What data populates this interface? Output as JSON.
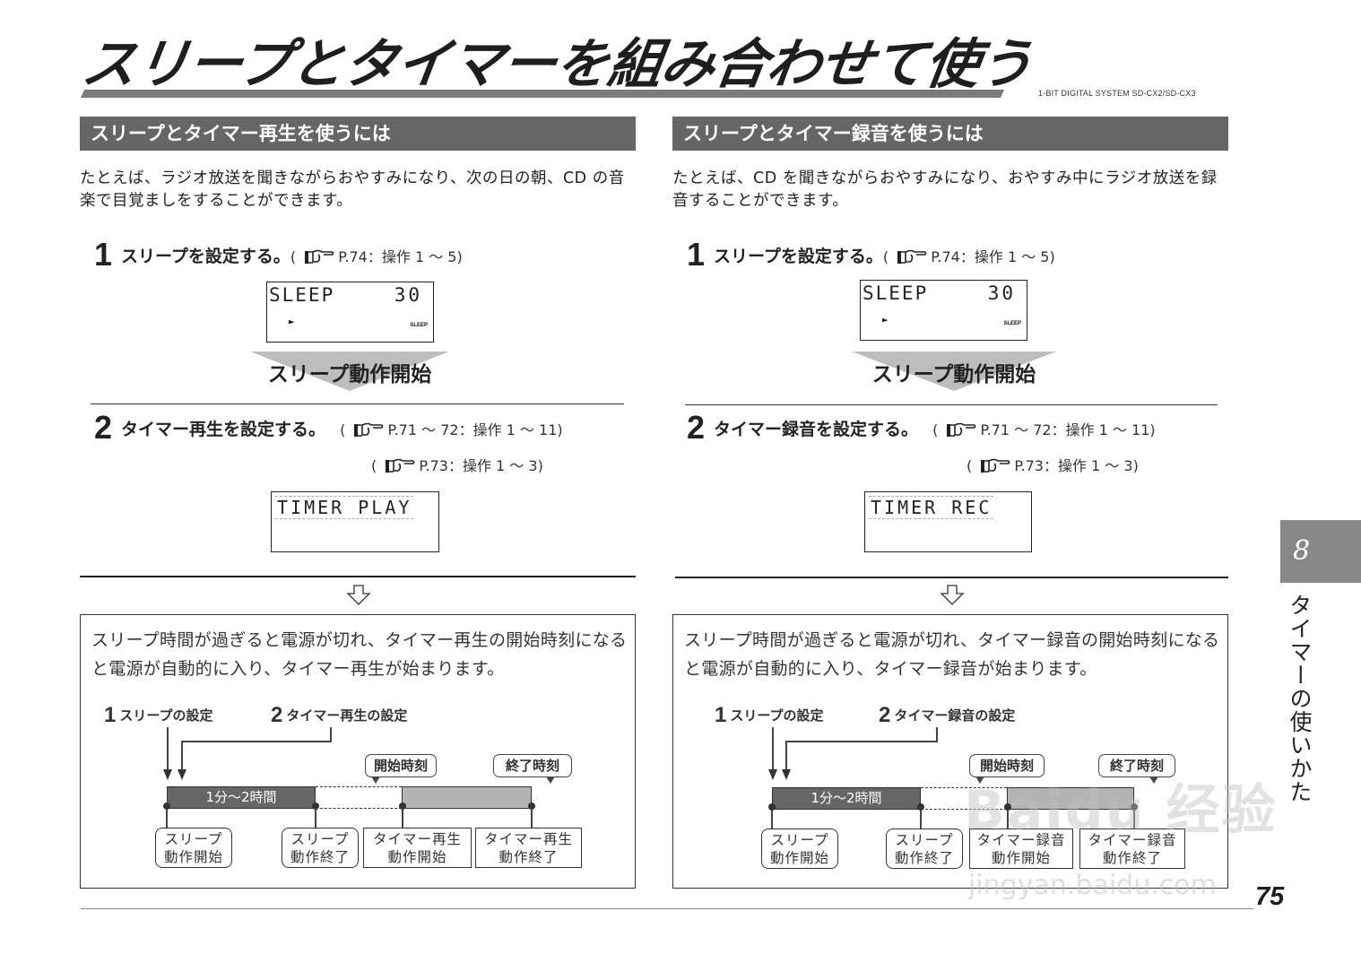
{
  "page": {
    "title": "スリープとタイマーを組み合わせて使う",
    "model": "1-BIT DIGITAL SYSTEM SD-CX2/SD-CX3",
    "page_number": "75",
    "chapter_number": "8",
    "chapter_title": "タイマーの使いかた",
    "watermark": "Baidu 经验",
    "watermark_url": "jingyan.baidu.com"
  },
  "left": {
    "heading": "スリープとタイマー再生を使うには",
    "intro": "たとえば、ラジオ放送を聞きながらおやすみになり、次の日の朝、CD の音楽で目覚ましをすることができます。",
    "step1": {
      "num": "1",
      "label": "スリープを設定する。",
      "ref": "P.74：操作 1 ～ 5)",
      "ref_open": "("
    },
    "lcd1": {
      "line1": "SLEEP",
      "value": "30",
      "play": "►",
      "tag": "SLEEP"
    },
    "sleep_start": "スリープ動作開始",
    "step2": {
      "num": "2",
      "label": "タイマー再生を設定する。",
      "ref1": "P.71 ～ 72：操作 1 ～ 11)",
      "ref2": "P.73：操作 1 ～ 3)",
      "ref_open": "("
    },
    "lcd2": {
      "line1": "TIMER PLAY"
    },
    "explain": "スリープ時間が過ぎると電源が切れ、タイマー再生の開始時刻になると電源が自動的に入り、タイマー再生が始まります。",
    "diagram": {
      "label1_num": "1",
      "label1": "スリープの設定",
      "label2_num": "2",
      "label2": "タイマー再生の設定",
      "duration": "1分～2時間",
      "callout_start": "開始時刻",
      "callout_end": "終了時刻",
      "evt1": [
        "スリープ",
        "動作開始"
      ],
      "evt2": [
        "スリープ",
        "動作終了"
      ],
      "evt3": [
        "タイマー再生",
        "動作開始"
      ],
      "evt4": [
        "タイマー再生",
        "動作終了"
      ]
    }
  },
  "right": {
    "heading": "スリープとタイマー録音を使うには",
    "intro": "たとえば、CD を聞きながらおやすみになり、おやすみ中にラジオ放送を録音することができます。",
    "step1": {
      "num": "1",
      "label": "スリープを設定する。",
      "ref": "P.74：操作 1 ～ 5)",
      "ref_open": "("
    },
    "lcd1": {
      "line1": "SLEEP",
      "value": "30",
      "play": "►",
      "tag": "SLEEP"
    },
    "sleep_start": "スリープ動作開始",
    "step2": {
      "num": "2",
      "label": "タイマー録音を設定する。",
      "ref1": "P.71 ～ 72：操作 1 ～ 11)",
      "ref2": "P.73：操作 1 ～ 3)",
      "ref_open": "("
    },
    "lcd2": {
      "line1": "TIMER REC"
    },
    "explain": "スリープ時間が過ぎると電源が切れ、タイマー録音の開始時刻になると電源が自動的に入り、タイマー録音が始まります。",
    "diagram": {
      "label1_num": "1",
      "label1": "スリープの設定",
      "label2_num": "2",
      "label2": "タイマー録音の設定",
      "duration": "1分～2時間",
      "callout_start": "開始時刻",
      "callout_end": "終了時刻",
      "evt1": [
        "スリープ",
        "動作開始"
      ],
      "evt2": [
        "スリープ",
        "動作終了"
      ],
      "evt3": [
        "タイマー録音",
        "動作開始"
      ],
      "evt4": [
        "タイマー録音",
        "動作終了"
      ]
    }
  },
  "colors": {
    "section_header_bg": "#666666",
    "chapter_tab_bg": "#888888",
    "title_bar": "#7b7b7b",
    "sleep_bar": "#666666",
    "timer_bar": "#b3b3b3",
    "triangle": "#bdbdbd"
  }
}
